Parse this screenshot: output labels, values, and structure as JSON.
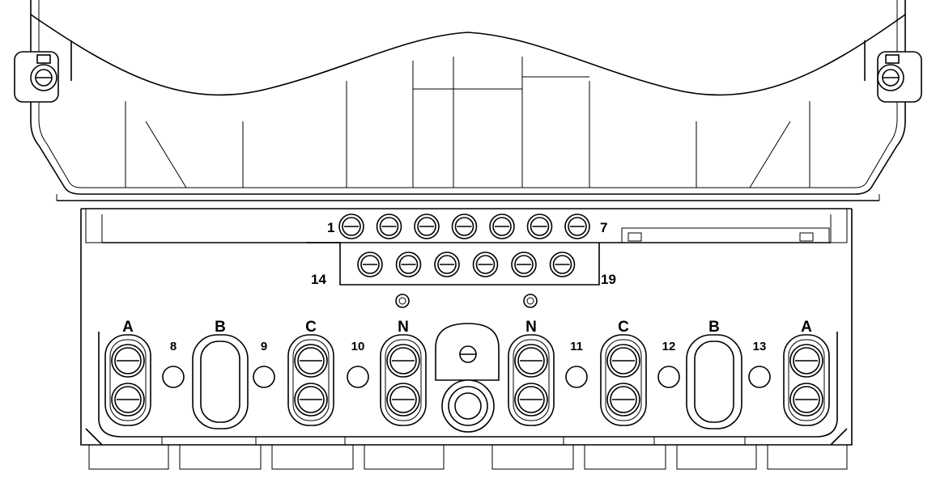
{
  "top_row": {
    "start_label": "1",
    "end_label": "7",
    "screw_count": 7
  },
  "middle_row": {
    "start_label": "14",
    "end_label": "19",
    "screw_count": 6
  },
  "main_terminals": [
    {
      "label": "A",
      "type": "screw-pair"
    },
    {
      "label": "8",
      "type": "hole"
    },
    {
      "label": "B",
      "type": "empty-slot"
    },
    {
      "label": "9",
      "type": "hole"
    },
    {
      "label": "C",
      "type": "screw-pair"
    },
    {
      "label": "10",
      "type": "hole"
    },
    {
      "label": "N",
      "type": "screw-pair"
    },
    {
      "label": "N",
      "type": "screw-pair"
    },
    {
      "label": "11",
      "type": "hole"
    },
    {
      "label": "C",
      "type": "screw-pair"
    },
    {
      "label": "12",
      "type": "hole"
    },
    {
      "label": "B",
      "type": "empty-slot"
    },
    {
      "label": "13",
      "type": "hole"
    },
    {
      "label": "A",
      "type": "screw-pair"
    }
  ]
}
